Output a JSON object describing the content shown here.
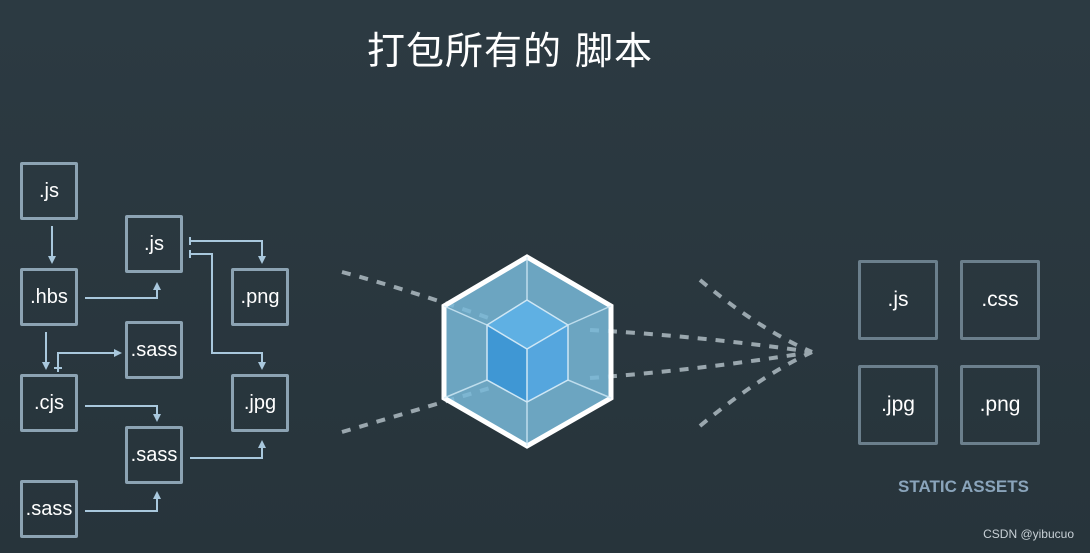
{
  "title": "打包所有的 脚本",
  "input_files": [
    {
      "id": "js1",
      "label": ".js"
    },
    {
      "id": "hbs",
      "label": ".hbs"
    },
    {
      "id": "cjs",
      "label": ".cjs"
    },
    {
      "id": "sass1",
      "label": ".sass"
    },
    {
      "id": "js2",
      "label": ".js"
    },
    {
      "id": "sass2",
      "label": ".sass"
    },
    {
      "id": "sass3",
      "label": ".sass"
    },
    {
      "id": "png",
      "label": ".png"
    },
    {
      "id": "jpg",
      "label": ".jpg"
    }
  ],
  "output_assets": [
    {
      "label": ".js"
    },
    {
      "label": ".css"
    },
    {
      "label": ".jpg"
    },
    {
      "label": ".png"
    }
  ],
  "static_assets_label": "STATIC ASSETS",
  "watermark": "CSDN @yibucuo",
  "colors": {
    "background": "#2b3a42",
    "input_border": "#8ca3b3",
    "output_border": "#6b7f8c",
    "connector": "#a9c8dd",
    "cube_outer": "#8ed6fb",
    "cube_inner": "#1c78c0",
    "dashes": "#9aa7ae"
  }
}
